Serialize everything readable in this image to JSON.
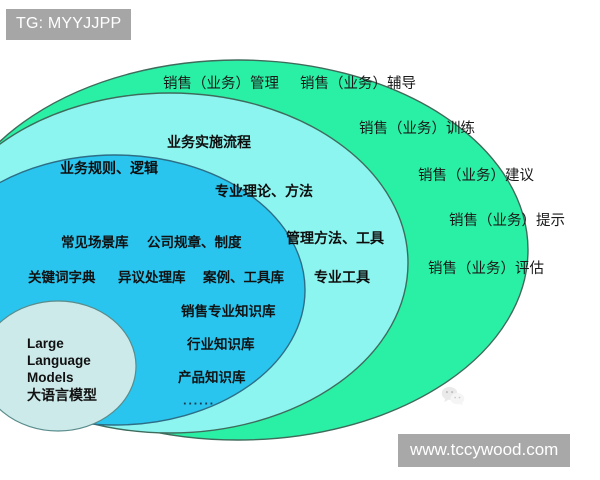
{
  "badge": {
    "label": "TG: MYYJJPP"
  },
  "watermark": {
    "label": "www.tccywood.com",
    "icon": "wechat-icon"
  },
  "colors": {
    "outer_ring": "#2af0a5",
    "middle_ring": "#8df5f0",
    "inner_ring": "#29c5ee",
    "core": "#cdeaea",
    "stroke": "#3a5a52",
    "badge_bg": "#a6a6a6",
    "badge_text": "#ffffff",
    "text": "#111111",
    "background": "#ffffff"
  },
  "diagram": {
    "type": "nested-ellipses",
    "layers": [
      {
        "name": "outer-ring",
        "color": "#2af0a5",
        "labels": [
          "销售（业务）管理",
          "销售（业务）辅导",
          "销售（业务）训练",
          "销售（业务）建议",
          "销售（业务）提示",
          "销售（业务）评估"
        ]
      },
      {
        "name": "middle-ring",
        "color": "#8df5f0",
        "labels": [
          "业务实施流程",
          "业务规则、逻辑",
          "专业理论、方法",
          "管理方法、工具",
          "专业工具"
        ]
      },
      {
        "name": "inner-ring",
        "color": "#29c5ee",
        "labels": [
          "常见场景库",
          "公司规章、制度",
          "关键词字典",
          "异议处理库",
          "案例、工具库",
          "销售专业知识库",
          "行业知识库",
          "产品知识库",
          "······"
        ]
      },
      {
        "name": "core-ellipse",
        "color": "#cdeaea",
        "labels": [
          "Large",
          "Language",
          "Models",
          "大语言模型"
        ]
      }
    ]
  },
  "outer": {
    "l1": "销售（业务）管理",
    "l2": "销售（业务）辅导",
    "l3": "销售（业务）训练",
    "l4": "销售（业务）建议",
    "l5": "销售（业务）提示",
    "l6": "销售（业务）评估"
  },
  "middle": {
    "m1": "业务实施流程",
    "m2": "业务规则、逻辑",
    "m3": "专业理论、方法",
    "m4": "管理方法、工具",
    "m5": "专业工具"
  },
  "inner": {
    "i1": "常见场景库",
    "i2": "公司规章、制度",
    "i3": "关键词字典",
    "i4": "异议处理库",
    "i5": "案例、工具库",
    "i6": "销售专业知识库",
    "i7": "行业知识库",
    "i8": "产品知识库",
    "i9": "······"
  },
  "core": {
    "line1": "Large",
    "line2": "Language",
    "line3": "Models",
    "line4": "大语言模型"
  }
}
